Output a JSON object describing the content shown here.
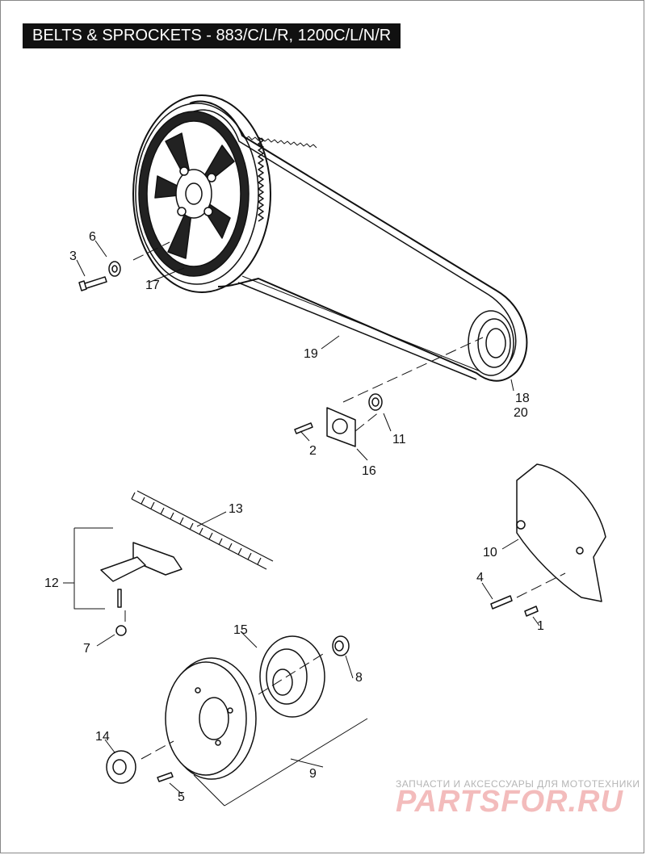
{
  "title": "BELTS & SPROCKETS - 883/C/L/R, 1200C/L/N/R",
  "callouts": {
    "c1": "1",
    "c2": "2",
    "c3": "3",
    "c4": "4",
    "c5": "5",
    "c6": "6",
    "c7": "7",
    "c8": "8",
    "c9": "9",
    "c10": "10",
    "c11": "11",
    "c12": "12",
    "c13": "13",
    "c14": "14",
    "c15": "15",
    "c16": "16",
    "c17": "17",
    "c18": "18",
    "c19": "19",
    "c20": "20"
  },
  "watermark": {
    "caption": "ЗАПЧАСТИ И АКСЕССУАРЫ ДЛЯ МОТОТЕХНИКИ",
    "brand": "PARTSFOR.RU"
  }
}
